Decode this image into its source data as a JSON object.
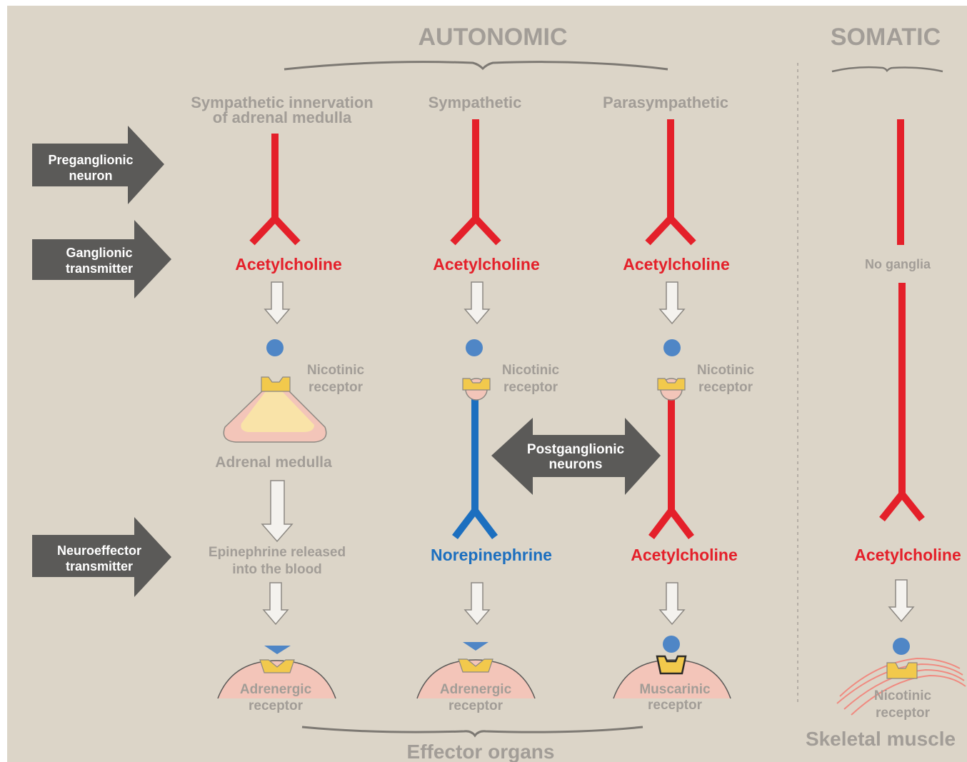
{
  "headers": {
    "autonomic": "AUTONOMIC",
    "somatic": "SOMATIC"
  },
  "columns": {
    "adrenal": {
      "title_line1": "Sympathetic innervation",
      "title_line2": "of adrenal medulla",
      "ganglionic_transmitter": "Acetylcholine",
      "receptor_1_line1": "Nicotinic",
      "receptor_1_line2": "receptor",
      "organ": "Adrenal medulla",
      "neuroeffector_line1": "Epinephrine released",
      "neuroeffector_line2": "into the blood",
      "receptor_2_line1": "Adrenergic",
      "receptor_2_line2": "receptor"
    },
    "sympathetic": {
      "title": "Sympathetic",
      "ganglionic_transmitter": "Acetylcholine",
      "receptor_1_line1": "Nicotinic",
      "receptor_1_line2": "receptor",
      "neuroeffector": "Norepinephrine",
      "receptor_2_line1": "Adrenergic",
      "receptor_2_line2": "receptor"
    },
    "parasympathetic": {
      "title": "Parasympathetic",
      "ganglionic_transmitter": "Acetylcholine",
      "receptor_1_line1": "Nicotinic",
      "receptor_1_line2": "receptor",
      "neuroeffector": "Acetylcholine",
      "receptor_2_line1": "Muscarinic",
      "receptor_2_line2": "receptor"
    },
    "somatic": {
      "no_ganglia": "No ganglia",
      "neuroeffector": "Acetylcholine",
      "receptor_line1": "Nicotinic",
      "receptor_line2": "receptor",
      "organ": "Skeletal muscle"
    }
  },
  "row_labels": {
    "preganglionic_line1": "Preganglionic",
    "preganglionic_line2": "neuron",
    "ganglionic_line1": "Ganglionic",
    "ganglionic_line2": "transmitter",
    "neuroeffector_line1": "Neuroeffector",
    "neuroeffector_line2": "transmitter"
  },
  "postganglionic": {
    "line1": "Postganglionic",
    "line2": "neurons"
  },
  "effector_organs": "Effector organs",
  "colors": {
    "background": "#dcd5c8",
    "acetylcholine_red": "#e4202a",
    "norepinephrine_blue": "#1c6fbf",
    "label_gray": "#a29d97",
    "arrow_dark": "#5b5a58",
    "tissue_pink": "#f3c5b9",
    "receptor_yellow": "#f2c94c",
    "molecule_blue": "#4f86c6"
  }
}
